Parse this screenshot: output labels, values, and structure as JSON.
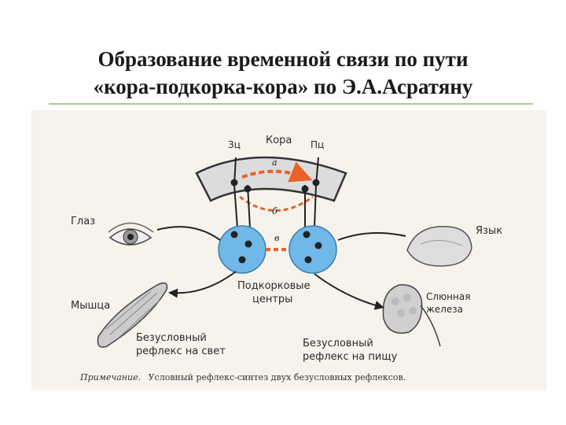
{
  "slide": {
    "title_line1": "Образование временной связи по пути",
    "title_line2": "«кора-подкорка-кора» по Э.А.Асратяну"
  },
  "diagram": {
    "cortex_label": "Кора",
    "visual_center_label": "Зц",
    "food_center_label": "Пц",
    "path_a": "а",
    "path_b": "б",
    "path_v": "в",
    "eye_label": "Глаз",
    "muscle_label": "Мышца",
    "tongue_label": "Язык",
    "gland_label_line1": "Слюнная",
    "gland_label_line2": "железа",
    "subcortical_line1": "Подкорковые",
    "subcortical_line2": "центры",
    "reflex_light_line1": "Безусловный",
    "reflex_light_line2": "рефлекс на свет",
    "reflex_food_line1": "Безусловный",
    "reflex_food_line2": "рефлекс на пищу",
    "note_prefix": "Примечание.",
    "note_text": "Условный рефлекс-синтез двух безусловных рефлексов."
  },
  "colors": {
    "subcortical_fill": "#6fb8e8",
    "connection_path": "#e8622a",
    "cortex_band": "#dcdcdc"
  }
}
